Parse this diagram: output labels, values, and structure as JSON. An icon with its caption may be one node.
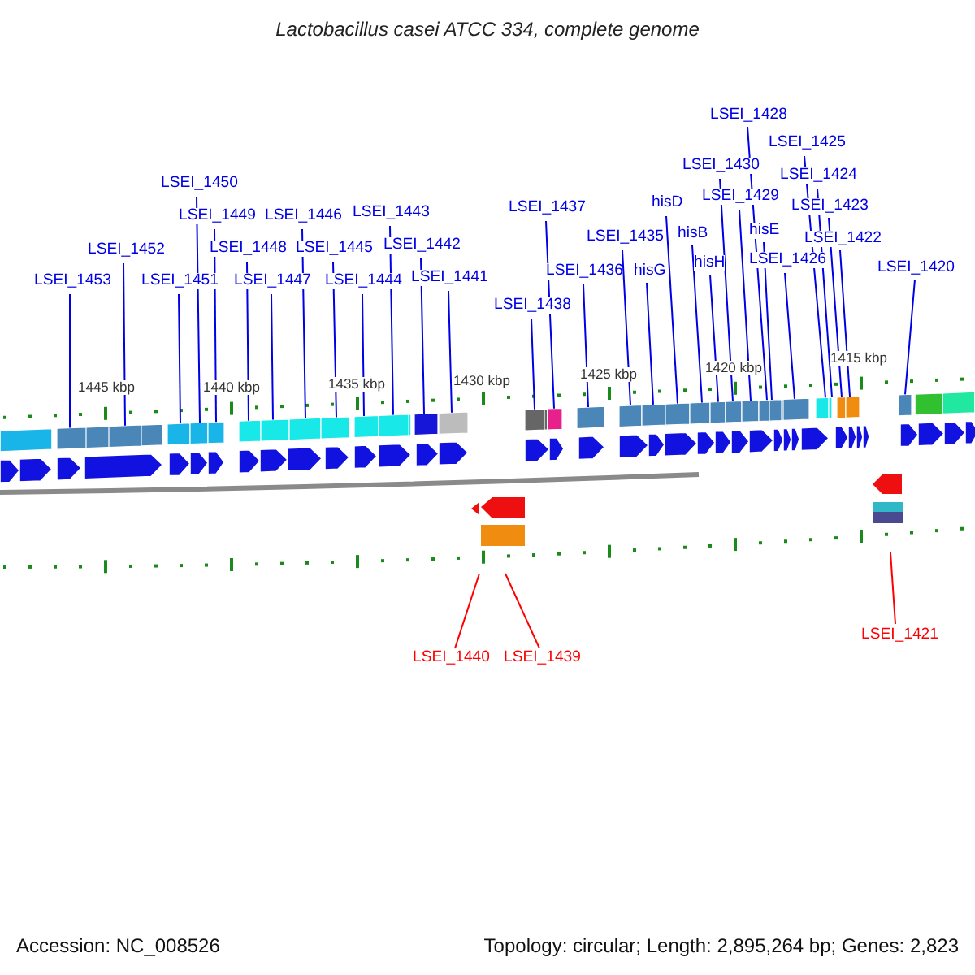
{
  "diagram": {
    "title": "Lactobacillus casei ATCC 334, complete genome",
    "nodes": [
      {
        "text": [
          "LSEI_1453"
        ]
      },
      {
        "text": [
          "LSEI_1452"
        ]
      },
      {
        "text": [
          "LSEI_1451"
        ]
      },
      {
        "text": [
          "LSEI_1450"
        ]
      },
      {
        "text": [
          "LSEI_1449"
        ]
      },
      {
        "text": [
          "LSEI_1448"
        ]
      },
      {
        "text": [
          "LSEI_1447"
        ]
      },
      {
        "text": [
          "LSEI_1446"
        ]
      },
      {
        "text": [
          "LSEI_1445"
        ]
      },
      {
        "text": [
          "LSEI_1444"
        ]
      },
      {
        "text": [
          "LSEI_1443"
        ]
      },
      {
        "text": [
          "LSEI_1442"
        ]
      },
      {
        "text": [
          "LSEI_1441"
        ]
      },
      {
        "text": [
          "LSEI_1438"
        ]
      },
      {
        "text": [
          "LSEI_1437"
        ]
      },
      {
        "text": [
          "LSEI_1436"
        ]
      },
      {
        "text": [
          "LSEI_1435"
        ]
      },
      {
        "text": [
          "hisG"
        ]
      },
      {
        "text": [
          "hisD"
        ]
      },
      {
        "text": [
          "hisB"
        ]
      },
      {
        "text": [
          "hisH"
        ]
      },
      {
        "text": [
          "LSEI_1430"
        ]
      },
      {
        "text": [
          "LSEI_1429"
        ]
      },
      {
        "text": [
          "LSEI_1428"
        ]
      },
      {
        "text": [
          "hisE"
        ]
      },
      {
        "text": [
          "LSEI_1426"
        ]
      },
      {
        "text": [
          "LSEI_1425"
        ]
      },
      {
        "text": [
          "LSEI_1424"
        ]
      },
      {
        "text": [
          "LSEI_1423"
        ]
      },
      {
        "text": [
          "LSEI_1422"
        ]
      },
      {
        "text": [
          "LSEI_1420"
        ]
      },
      {
        "text": [
          "LSEI_1440"
        ]
      },
      {
        "text": [
          "LSEI_1439"
        ]
      },
      {
        "text": [
          "LSEI_1421"
        ]
      },
      {
        "text": [],
        "shape": "box"
      },
      {
        "text": [],
        "shape": "box"
      },
      {
        "text": [],
        "shape": "box"
      },
      {
        "text": [],
        "shape": "box"
      },
      {
        "text": [],
        "shape": "box"
      },
      {
        "text": [],
        "shape": "box"
      },
      {
        "text": [],
        "shape": "box"
      },
      {
        "text": [],
        "shape": "box"
      },
      {
        "text": [],
        "shape": "box"
      },
      {
        "text": [],
        "shape": "box"
      },
      {
        "text": [],
        "shape": "box"
      },
      {
        "text": [],
        "shape": "box"
      },
      {
        "text": [],
        "shape": "box"
      },
      {
        "text": [],
        "shape": "box"
      },
      {
        "text": [],
        "shape": "box"
      },
      {
        "text": [],
        "shape": "box"
      },
      {
        "text": [],
        "shape": "box"
      },
      {
        "text": [],
        "shape": "box"
      },
      {
        "text": [],
        "shape": "box"
      },
      {
        "text": [],
        "shape": "box"
      },
      {
        "text": [],
        "shape": "box"
      },
      {
        "text": [],
        "shape": "box"
      },
      {
        "text": [],
        "shape": "box"
      },
      {
        "text": [],
        "shape": "box"
      },
      {
        "text": [],
        "shape": "box"
      },
      {
        "text": [],
        "shape": "box"
      },
      {
        "text": [],
        "shape": "box"
      },
      {
        "text": [],
        "shape": "box"
      },
      {
        "text": [],
        "shape": "box"
      },
      {
        "text": [],
        "shape": "box"
      },
      {
        "text": [],
        "shape": "box"
      }
    ],
    "edges": [
      {
        "from": 0,
        "to": 34,
        "arrow": "none"
      },
      {
        "from": 1,
        "to": 35,
        "arrow": "none"
      },
      {
        "from": 2,
        "to": 36,
        "arrow": "none"
      },
      {
        "from": 3,
        "to": 37,
        "arrow": "none"
      },
      {
        "from": 4,
        "to": 38,
        "arrow": "none"
      },
      {
        "from": 5,
        "to": 39,
        "arrow": "none"
      },
      {
        "from": 6,
        "to": 40,
        "arrow": "none"
      },
      {
        "from": 7,
        "to": 41,
        "arrow": "none"
      },
      {
        "from": 8,
        "to": 42,
        "arrow": "none"
      },
      {
        "from": 9,
        "to": 43,
        "arrow": "none"
      },
      {
        "from": 10,
        "to": 44,
        "arrow": "none"
      },
      {
        "from": 11,
        "to": 45,
        "arrow": "none"
      },
      {
        "from": 12,
        "to": 46,
        "arrow": "none"
      },
      {
        "from": 13,
        "to": 47,
        "arrow": "none"
      },
      {
        "from": 14,
        "to": 48,
        "arrow": "none"
      },
      {
        "from": 15,
        "to": 49,
        "arrow": "none"
      },
      {
        "from": 16,
        "to": 50,
        "arrow": "none"
      },
      {
        "from": 17,
        "to": 51,
        "arrow": "none"
      },
      {
        "from": 18,
        "to": 52,
        "arrow": "none"
      },
      {
        "from": 19,
        "to": 53,
        "arrow": "none"
      },
      {
        "from": 20,
        "to": 54,
        "arrow": "none"
      },
      {
        "from": 21,
        "to": 55,
        "arrow": "none"
      },
      {
        "from": 22,
        "to": 56,
        "arrow": "none"
      },
      {
        "from": 23,
        "to": 57,
        "arrow": "none"
      },
      {
        "from": 24,
        "to": 58,
        "arrow": "none"
      },
      {
        "from": 25,
        "to": 59,
        "arrow": "none"
      },
      {
        "from": 26,
        "to": 60,
        "arrow": "none"
      },
      {
        "from": 27,
        "to": 61,
        "arrow": "none"
      },
      {
        "from": 28,
        "to": 62,
        "arrow": "none"
      },
      {
        "from": 29,
        "to": 63,
        "arrow": "none"
      },
      {
        "from": 30,
        "to": 64,
        "arrow": "none"
      },
      {
        "from": 31,
        "to": null,
        "arrow": "none",
        "color": "#ff0000"
      },
      {
        "from": 32,
        "to": null,
        "arrow": "none",
        "color": "#ff0000"
      },
      {
        "from": 33,
        "to": null,
        "arrow": "none",
        "color": "#ff0000"
      }
    ],
    "labels": [
      "1445 kbp",
      "1440 kbp",
      "1435 kbp",
      "1430 kbp",
      "1425 kbp",
      "1420 kbp",
      "1415 kbp",
      "Accession: NC_008526",
      "Topology: circular; Length: 2,895,264 bp; Genes: 2,823"
    ]
  }
}
